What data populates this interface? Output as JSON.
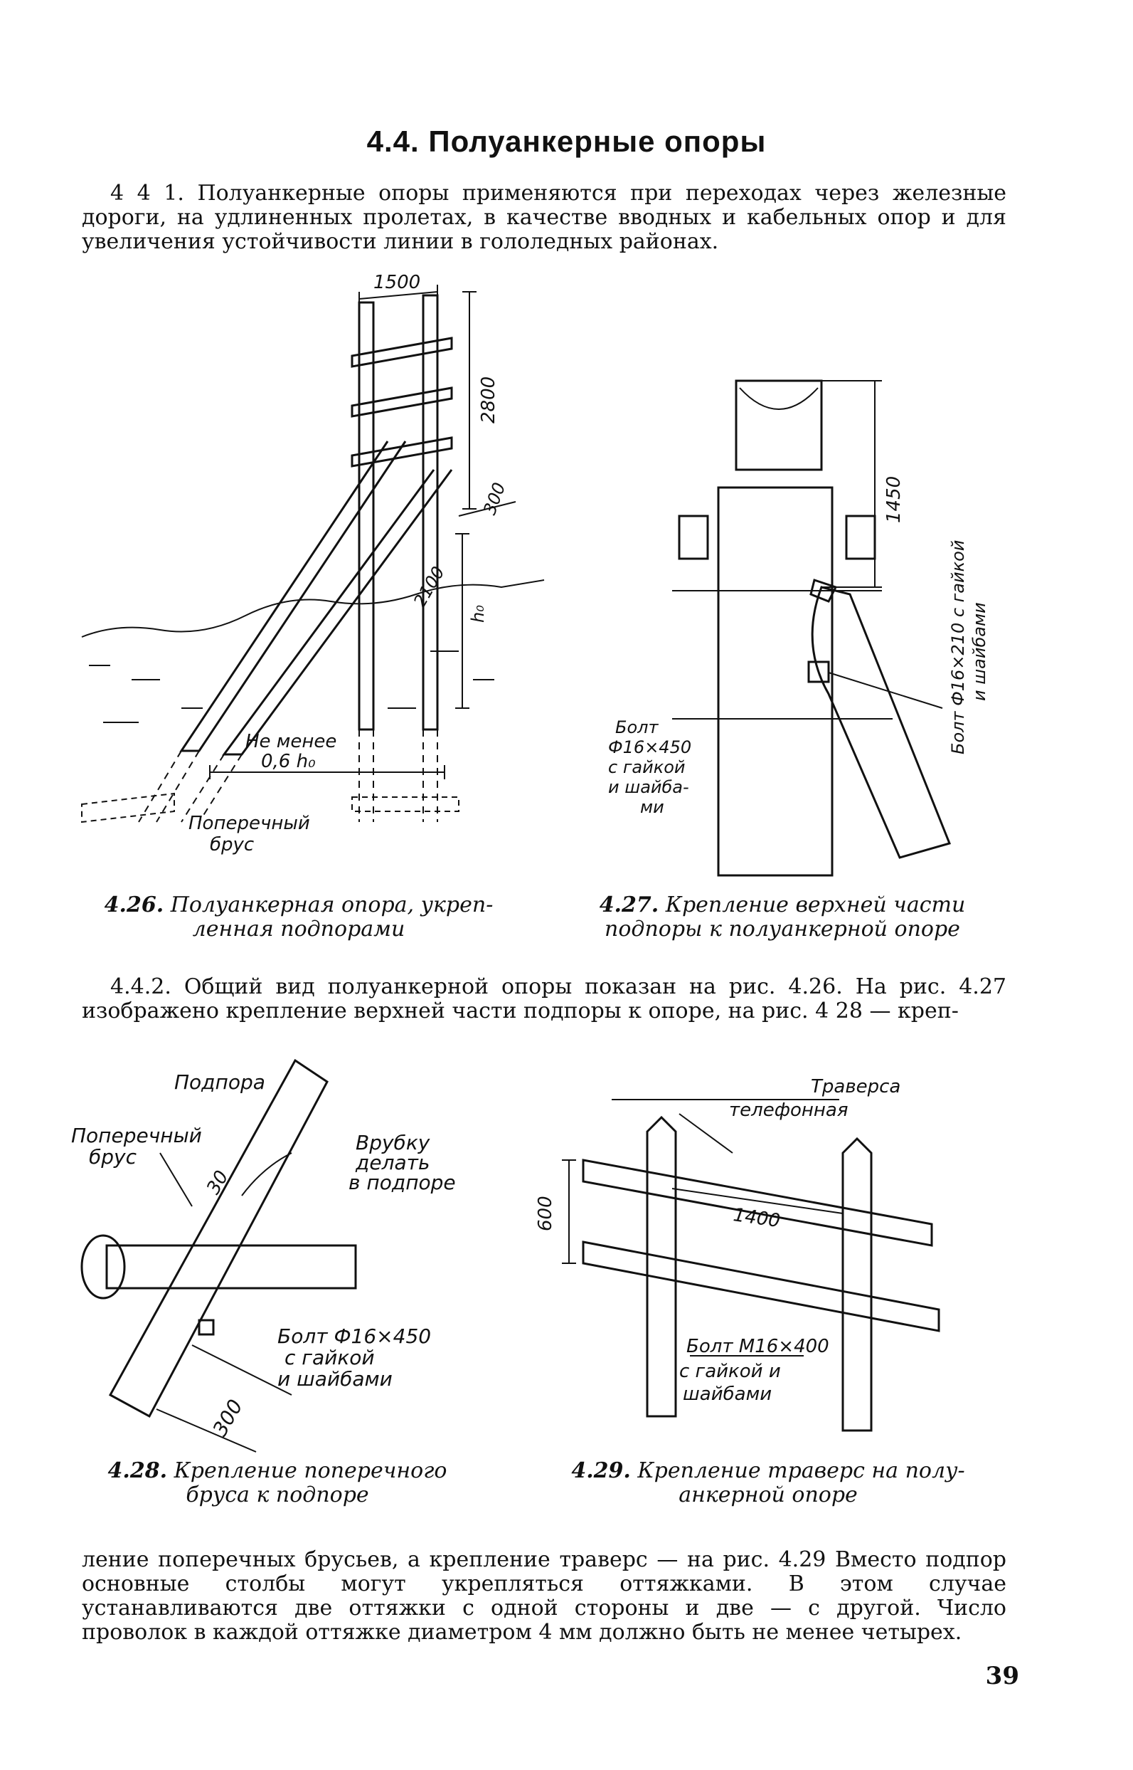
{
  "section": {
    "title": "4.4. Полуанкерные опоры"
  },
  "paragraphs": {
    "p1": "4 4 1. Полуанкерные опоры применяются при переходах через железные дороги, на удлиненных пролетах, в качестве вводных и кабельных опор и для увеличения устойчивости линии в гололедных районах.",
    "p2": "4.4.2. Общий вид полуанкерной опоры показан на рис. 4.26. На рис. 4.27 изображено крепление верхней части подпоры к опоре, на рис. 4 28 — креп-",
    "p3": "ление поперечных брусьев, а крепление траверс — на рис. 4.29 Вместо подпор основные столбы могут укрепляться оттяжками. В этом случае устанавливаются две оттяжки с одной стороны и две — с другой. Число проволок в каждой оттяжке диаметром 4 мм должно быть не менее четырех."
  },
  "figures": {
    "f426": {
      "number": "4.26.",
      "caption_line1": "Полуанкерная опора, укреп-",
      "caption_line2": "ленная подпорами",
      "labels": {
        "dim_width": "1500",
        "dim_height": "2800",
        "dim_300": "300",
        "dim_2100": "2100",
        "dim_h0": "h₀",
        "min_line1": "Не менее",
        "min_line2": "0,6 h₀",
        "crossbar_line1": "Поперечный",
        "crossbar_line2": "брус"
      }
    },
    "f427": {
      "number": "4.27.",
      "caption_line1": "Крепление верхней части",
      "caption_line2": "подпоры к полуанкерной опоре",
      "labels": {
        "dim_1450": "1450",
        "bolt_right_line1": "Болт Ф16×210 с гайкой",
        "bolt_right_line2": "и шайбами",
        "bolt_left_line1": "Болт",
        "bolt_left_line2": "Ф16×450",
        "bolt_left_line3": "с гайкой",
        "bolt_left_line4": "и шайба-",
        "bolt_left_line5": "ми"
      }
    },
    "f428": {
      "number": "4.28.",
      "caption_line1": "Крепление поперечного",
      "caption_line2": "бруса к подпоре",
      "labels": {
        "strut": "Подпора",
        "crossbar_line1": "Поперечный",
        "crossbar_line2": "брус",
        "dim_30": "30",
        "notch_line1": "Врубку",
        "notch_line2": "делать",
        "notch_line3": "в подпоре",
        "bolt_line1": "Болт Ф16×450",
        "bolt_line2": "с гайкой",
        "bolt_line3": "и шайбами",
        "dim_300": "300"
      }
    },
    "f429": {
      "number": "4.29.",
      "caption_line1": "Крепление траверс на полу-",
      "caption_line2": "анкерной опоре",
      "labels": {
        "traverse_line1": "Траверса",
        "traverse_line2": "телефонная",
        "dim_600": "600",
        "dim_1400": "1400",
        "bolt_line1": "Болт М16×400",
        "bolt_line2": "с гайкой и",
        "bolt_line3": "шайбами"
      }
    }
  },
  "page": {
    "number": "39"
  }
}
